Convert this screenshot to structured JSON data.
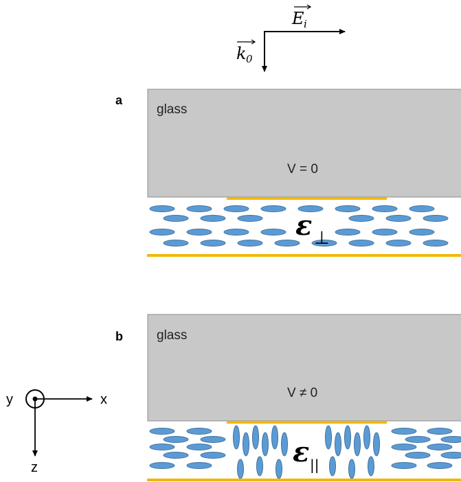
{
  "vectors": {
    "e_field": "E",
    "e_sub": "i",
    "k_vec": "k",
    "k_sub": "0"
  },
  "panel_a": {
    "letter": "a",
    "glass_label": "glass",
    "voltage": "V = 0",
    "epsilon_symbol": "ε",
    "epsilon_sub": "⊥"
  },
  "panel_b": {
    "letter": "b",
    "glass_label": "glass",
    "voltage": "V ≠ 0",
    "epsilon_symbol": "ε",
    "epsilon_sub": "||"
  },
  "axes": {
    "y": "y",
    "x": "x",
    "z": "z"
  },
  "colors": {
    "glass": "#c8c8c8",
    "electrode": "#f2b705",
    "molecule": "#5b9bd5",
    "molecule_edge": "#41719c"
  }
}
